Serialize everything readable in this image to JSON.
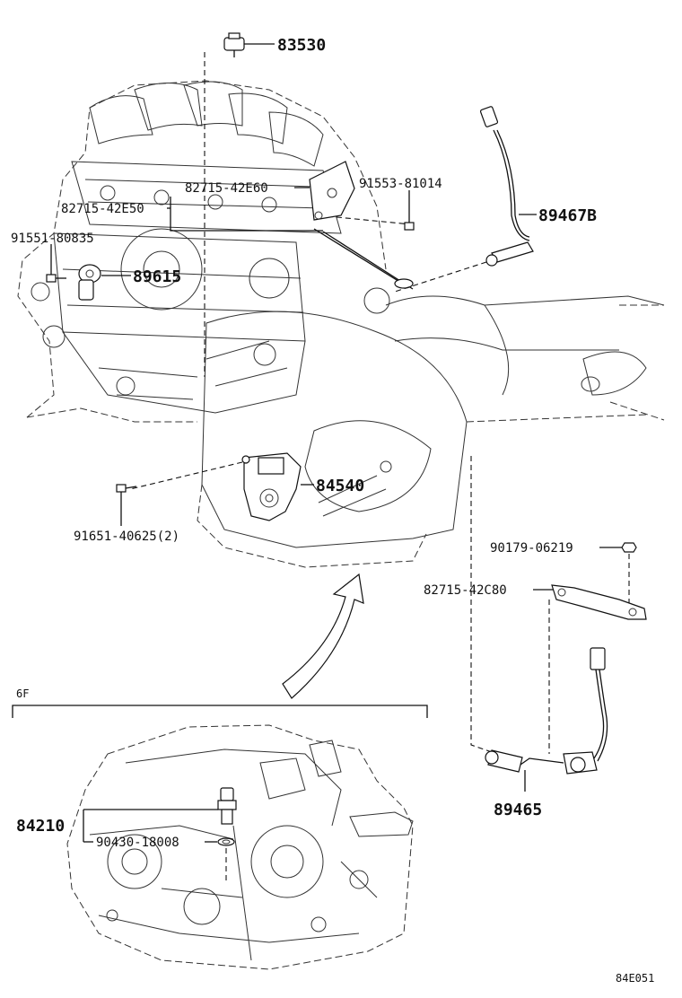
{
  "colors": {
    "ink": "#111111",
    "background": "#ffffff"
  },
  "labels": {
    "p83530": "83530",
    "p82715_42e60": "82715-42E60",
    "p91553_81014": "91553-81014",
    "p82715_42e50": "82715-42E50",
    "p89467b": "89467B",
    "p91551_80835": "91551-80835",
    "p89615": "89615",
    "p84540": "84540",
    "p91651_40625": "91651-40625(2)",
    "p90179_06219": "90179-06219",
    "p82715_42c80": "82715-42C80",
    "p89465": "89465",
    "p84210": "84210",
    "p90430_18008": "90430-18008",
    "section_6f": "6F",
    "diagram_code": "84E051"
  }
}
